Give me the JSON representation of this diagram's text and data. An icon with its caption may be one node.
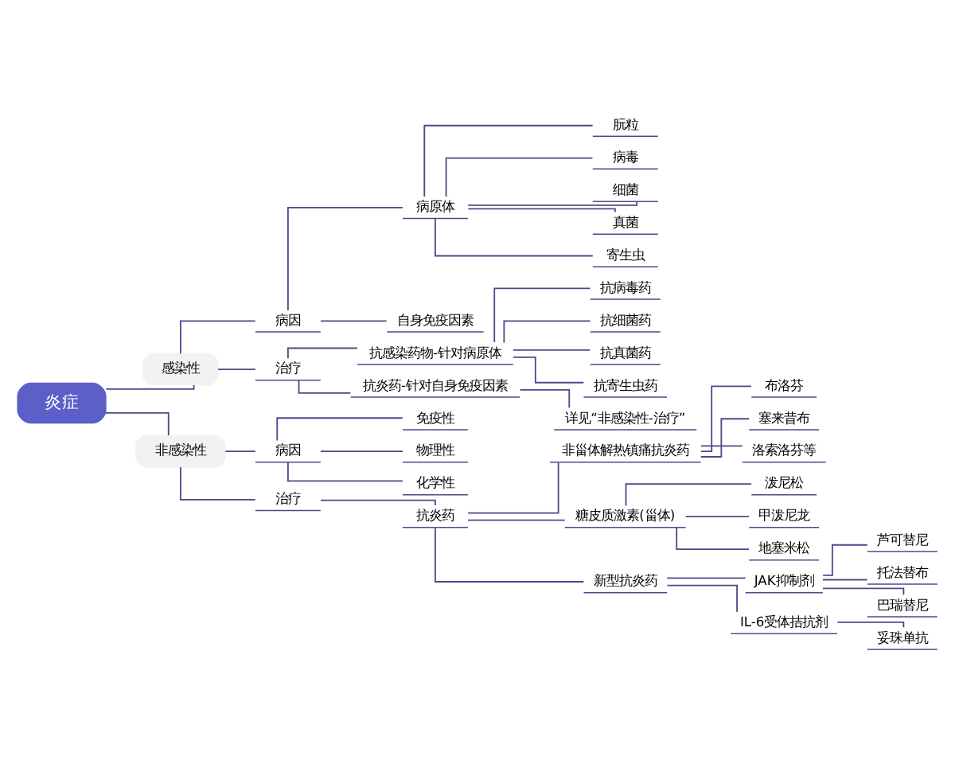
{
  "diagram": {
    "nodes": [
      {
        "text": [
          "炎症"
        ]
      },
      {
        "text": [
          "感染性"
        ]
      },
      {
        "text": [
          "病因"
        ]
      },
      {
        "text": [
          "病原体"
        ]
      },
      {
        "text": [
          "朊粒"
        ]
      },
      {
        "text": [
          "病毒"
        ]
      },
      {
        "text": [
          "细菌"
        ]
      },
      {
        "text": [
          "真菌"
        ]
      },
      {
        "text": [
          "寄生虫"
        ]
      },
      {
        "text": [
          "自身免疫因素"
        ]
      },
      {
        "text": [
          "治疗"
        ]
      },
      {
        "text": [
          "抗感染药物-针对病原体"
        ]
      },
      {
        "text": [
          "抗病毒药"
        ]
      },
      {
        "text": [
          "抗细菌药"
        ]
      },
      {
        "text": [
          "抗真菌药"
        ]
      },
      {
        "text": [
          "抗寄生虫药"
        ]
      },
      {
        "text": [
          "抗炎药-针对自身免疫因素"
        ]
      },
      {
        "text": [
          "详见“非感染性-治疗”"
        ]
      },
      {
        "text": [
          "非感染性"
        ]
      },
      {
        "text": [
          "病因"
        ]
      },
      {
        "text": [
          "免疫性"
        ]
      },
      {
        "text": [
          "物理性"
        ]
      },
      {
        "text": [
          "化学性"
        ]
      },
      {
        "text": [
          "治疗"
        ]
      },
      {
        "text": [
          "抗炎药"
        ]
      },
      {
        "text": [
          "非甾体解热镇痛抗炎药"
        ]
      },
      {
        "text": [
          "布洛芬"
        ]
      },
      {
        "text": [
          "塞来昔布"
        ]
      },
      {
        "text": [
          "洛索洛芬等"
        ]
      },
      {
        "text": [
          "糖皮质激素(甾体)"
        ]
      },
      {
        "text": [
          "泼尼松"
        ]
      },
      {
        "text": [
          "甲泼尼龙"
        ]
      },
      {
        "text": [
          "地塞米松"
        ]
      },
      {
        "text": [
          "新型抗炎药"
        ]
      },
      {
        "text": [
          "JAK抑制剂"
        ]
      },
      {
        "text": [
          "芦可替尼"
        ]
      },
      {
        "text": [
          "托法替布"
        ]
      },
      {
        "text": [
          "巴瑞替尼"
        ]
      },
      {
        "text": [
          "IL-6受体拮抗剂"
        ]
      },
      {
        "text": [
          "妥珠单抗"
        ]
      }
    ],
    "edges": [
      {
        "from": 0,
        "to": 1,
        "arrow": "none"
      },
      {
        "from": 1,
        "to": 2,
        "arrow": "none"
      },
      {
        "from": 2,
        "to": 3,
        "arrow": "none"
      },
      {
        "from": 3,
        "to": 4,
        "arrow": "none"
      },
      {
        "from": 3,
        "to": 5,
        "arrow": "none"
      },
      {
        "from": 3,
        "to": 6,
        "arrow": "none"
      },
      {
        "from": 3,
        "to": 7,
        "arrow": "none"
      },
      {
        "from": 3,
        "to": 8,
        "arrow": "none"
      },
      {
        "from": 2,
        "to": 9,
        "arrow": "none"
      },
      {
        "from": 1,
        "to": 10,
        "arrow": "none"
      },
      {
        "from": 10,
        "to": 11,
        "arrow": "none"
      },
      {
        "from": 11,
        "to": 12,
        "arrow": "none"
      },
      {
        "from": 11,
        "to": 13,
        "arrow": "none"
      },
      {
        "from": 11,
        "to": 14,
        "arrow": "none"
      },
      {
        "from": 11,
        "to": 15,
        "arrow": "none"
      },
      {
        "from": 10,
        "to": 16,
        "arrow": "none"
      },
      {
        "from": 16,
        "to": 17,
        "arrow": "none"
      },
      {
        "from": 0,
        "to": 18,
        "arrow": "none"
      },
      {
        "from": 18,
        "to": 19,
        "arrow": "none"
      },
      {
        "from": 19,
        "to": 20,
        "arrow": "none"
      },
      {
        "from": 19,
        "to": 21,
        "arrow": "none"
      },
      {
        "from": 19,
        "to": 22,
        "arrow": "none"
      },
      {
        "from": 18,
        "to": 23,
        "arrow": "none"
      },
      {
        "from": 23,
        "to": 24,
        "arrow": "none"
      },
      {
        "from": 24,
        "to": 25,
        "arrow": "none"
      },
      {
        "from": 25,
        "to": 26,
        "arrow": "none"
      },
      {
        "from": 25,
        "to": 27,
        "arrow": "none"
      },
      {
        "from": 25,
        "to": 28,
        "arrow": "none"
      },
      {
        "from": 24,
        "to": 29,
        "arrow": "none"
      },
      {
        "from": 29,
        "to": 30,
        "arrow": "none"
      },
      {
        "from": 29,
        "to": 31,
        "arrow": "none"
      },
      {
        "from": 29,
        "to": 32,
        "arrow": "none"
      },
      {
        "from": 24,
        "to": 33,
        "arrow": "none"
      },
      {
        "from": 33,
        "to": 34,
        "arrow": "none"
      },
      {
        "from": 34,
        "to": 35,
        "arrow": "none"
      },
      {
        "from": 34,
        "to": 36,
        "arrow": "none"
      },
      {
        "from": 34,
        "to": 37,
        "arrow": "none"
      },
      {
        "from": 33,
        "to": 38,
        "arrow": "none"
      },
      {
        "from": 38,
        "to": 39,
        "arrow": "none"
      }
    ]
  }
}
